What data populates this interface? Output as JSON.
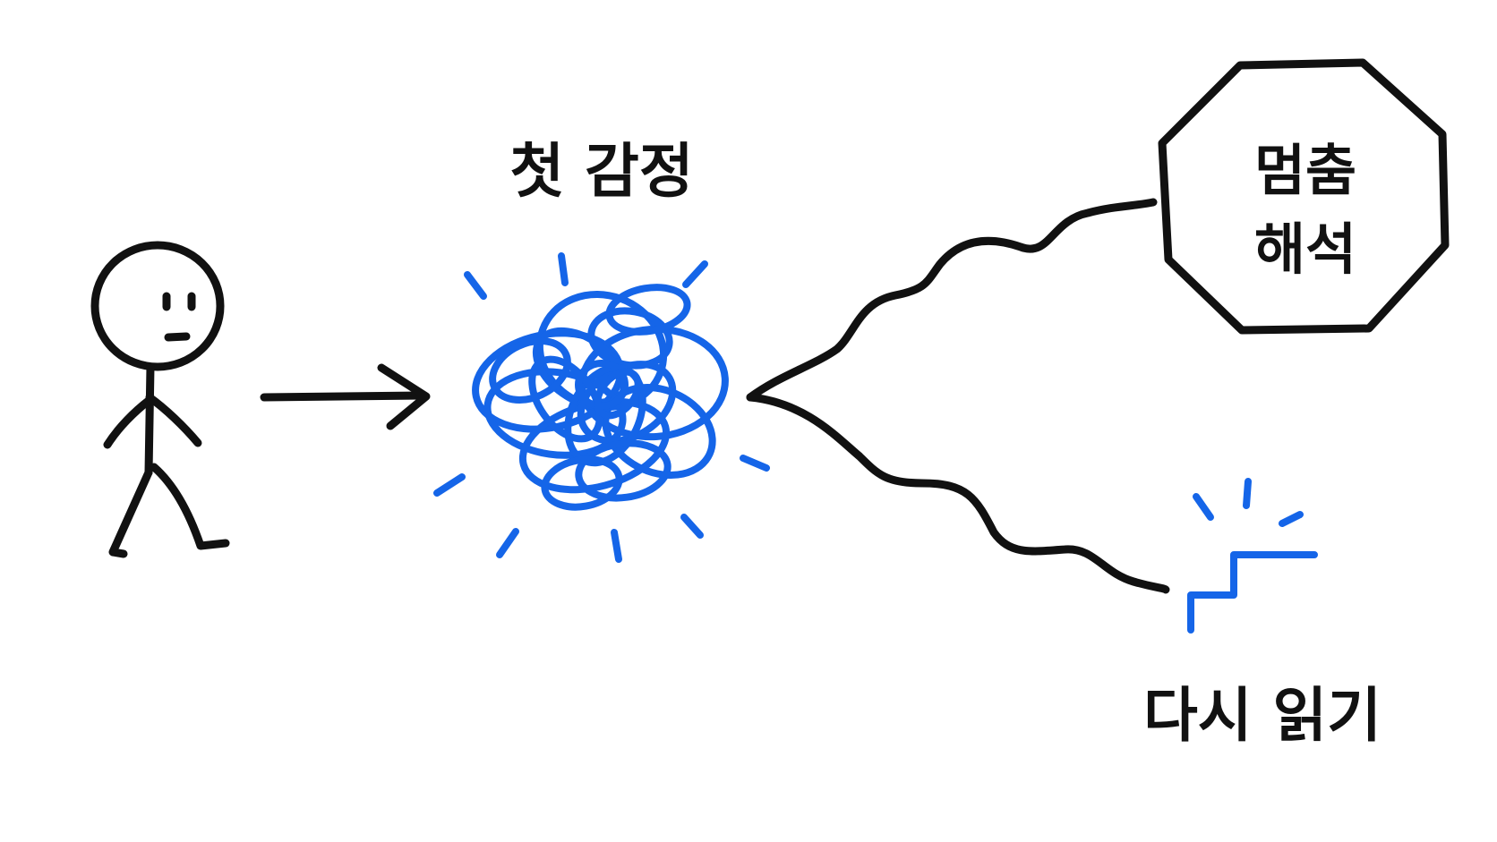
{
  "labels": {
    "first_emotion": "첫 감정",
    "stop_line1": "멈춤",
    "stop_line2": "해석",
    "reread": "다시 읽기"
  },
  "icons": {
    "person": "stick-figure-icon",
    "arrow": "arrow-right-icon",
    "tangle": "tangled-scribble-icon",
    "stop_sign": "octagon-stop-sign-icon",
    "stairs": "step-up-icon"
  },
  "colors": {
    "ink": "#111111",
    "accent_blue": "#1565e8",
    "background": "#ffffff"
  }
}
